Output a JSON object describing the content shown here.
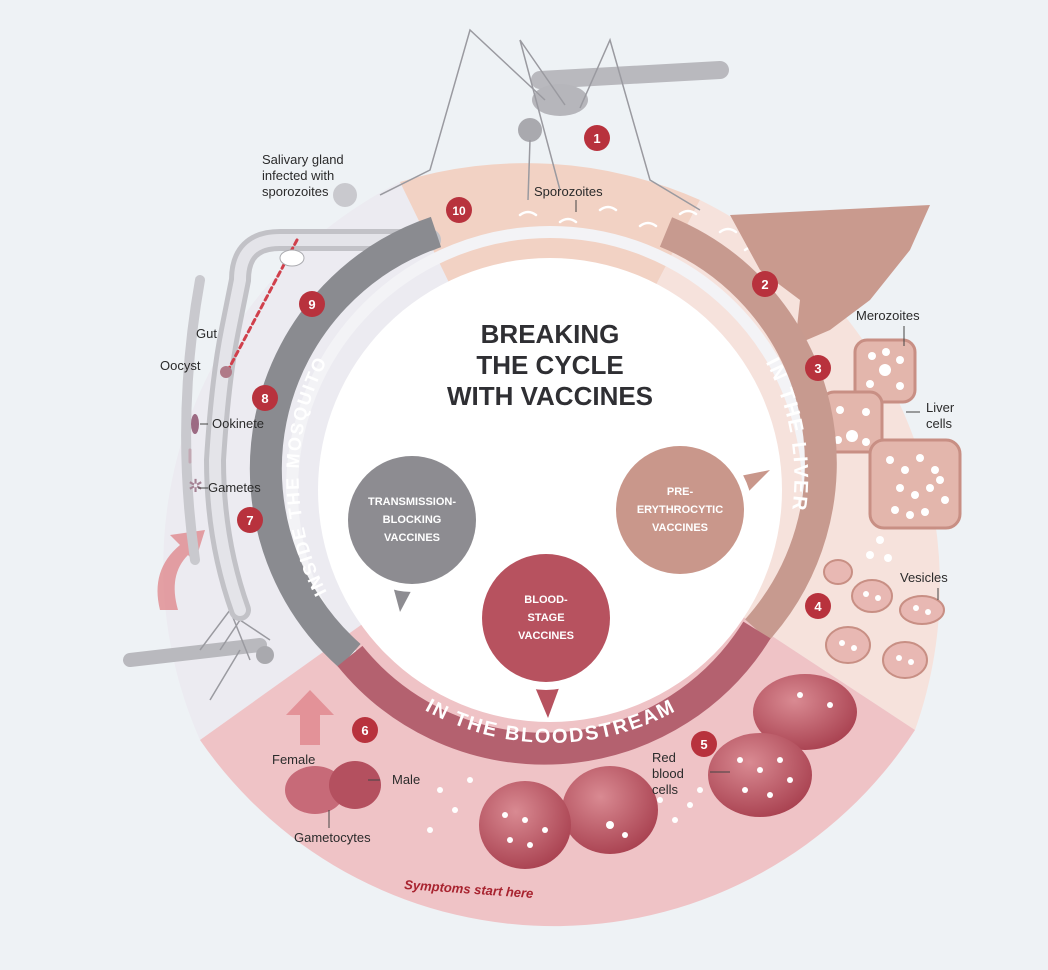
{
  "title": {
    "line1": "BREAKING",
    "line2": "THE CYCLE",
    "line3": "WITH VACCINES"
  },
  "ring_labels": {
    "liver": "IN THE LIVER",
    "bloodstream": "IN THE BLOODSTREAM",
    "mosquito": "INSIDE THE MOSQUITO"
  },
  "bubbles": {
    "transmission": [
      "TRANSMISSION-",
      "BLOCKING",
      "VACCINES"
    ],
    "blood": [
      "BLOOD-",
      "STAGE",
      "VACCINES"
    ],
    "pre": [
      "PRE-",
      "ERYTHROCYTIC",
      "VACCINES"
    ]
  },
  "steps": [
    "1",
    "2",
    "3",
    "4",
    "5",
    "6",
    "7",
    "8",
    "9",
    "10"
  ],
  "labels": {
    "salivary": [
      "Salivary gland",
      "infected with",
      "sporozoites"
    ],
    "sporozoites": "Sporozoites",
    "merozoites": "Merozoites",
    "liver_cells": [
      "Liver",
      "cells"
    ],
    "vesicles": "Vesicles",
    "red_blood_cells": [
      "Red",
      "blood",
      "cells"
    ],
    "female": "Female",
    "male": "Male",
    "gametocytes": "Gametocytes",
    "symptoms": "Symptoms start here",
    "gut": "Gut",
    "oocyst": "Oocyst",
    "ookinete": "Ookinete",
    "gametes": "Gametes"
  },
  "colors": {
    "gray_ring": "#8a8b90",
    "liver_ring": "#c79a8f",
    "blood_ring": "#b4616f",
    "badge": "#b8323d",
    "transmission_bubble": "#8d8c91",
    "blood_bubble": "#b7525f",
    "pre_bubble": "#c9978b"
  }
}
